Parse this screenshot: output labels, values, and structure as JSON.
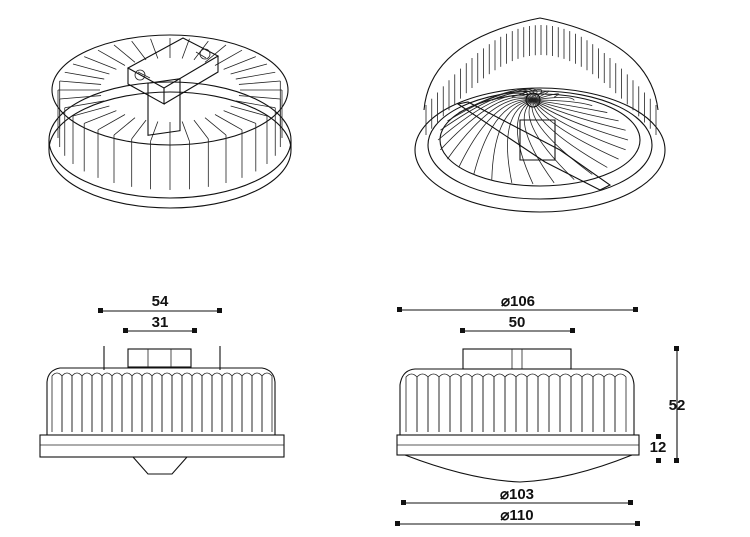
{
  "dimensions": {
    "top_outer": "54",
    "top_inner": "31",
    "diameter_top": "⌀106",
    "inner_width": "50",
    "height_total": "52",
    "base_height": "12",
    "diameter_mid": "⌀103",
    "diameter_bottom": "⌀110"
  }
}
